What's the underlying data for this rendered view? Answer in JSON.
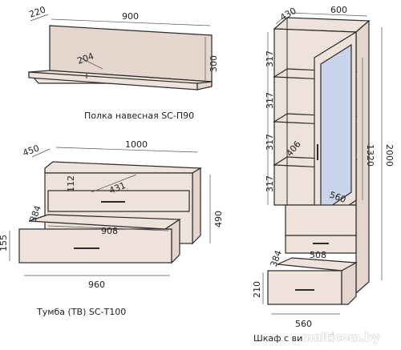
{
  "shelf": {
    "caption": "Полка навесная SC-П90",
    "dims": {
      "depth": "220",
      "width": "900",
      "height": "300",
      "inner": "204"
    }
  },
  "tumba": {
    "caption": "Тумба (ТВ) SC-Т100",
    "dims": {
      "depth": "450",
      "width": "1000",
      "inner_h": "112",
      "diag": "431",
      "height": "490",
      "drawer_depth": "384",
      "drawer_h": "155",
      "drawer_inner": "908",
      "drawer_w": "960"
    }
  },
  "cabinet": {
    "caption": "Шкаф с ви",
    "dims": {
      "depth": "430",
      "width": "600",
      "shelf_1": "317",
      "shelf_2": "317",
      "shelf_3": "317",
      "shelf_4": "317",
      "glass_h": "1320",
      "total_h": "2000",
      "diag": "406",
      "inner_w": "560",
      "drawer_inner": "508",
      "drawer_depth": "384",
      "drawer_h": "210",
      "drawer_w": "560"
    }
  },
  "watermark": "multicom.by"
}
